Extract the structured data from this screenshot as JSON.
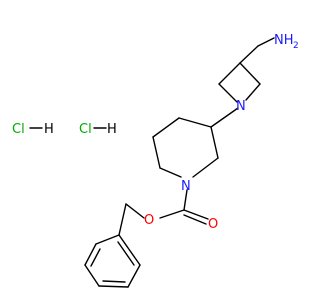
{
  "molecule": {
    "atoms": {
      "amine_n": {
        "text": "NH",
        "sub": "2",
        "color": "#1a1aff"
      },
      "azetidine_n": {
        "text": "N",
        "color": "#1a1aff"
      },
      "piperidine_n": {
        "text": "N",
        "color": "#1a1aff"
      },
      "carbonyl_o": {
        "text": "O",
        "color": "#ff0000"
      },
      "ester_o": {
        "text": "O",
        "color": "#ff0000"
      }
    },
    "salts": [
      {
        "text": "Cl",
        "h": "H",
        "color": "#00aa00"
      },
      {
        "text": "Cl",
        "h": "H",
        "color": "#00aa00"
      }
    ],
    "bond_color": "#000000",
    "carbon_color": "#000000"
  }
}
